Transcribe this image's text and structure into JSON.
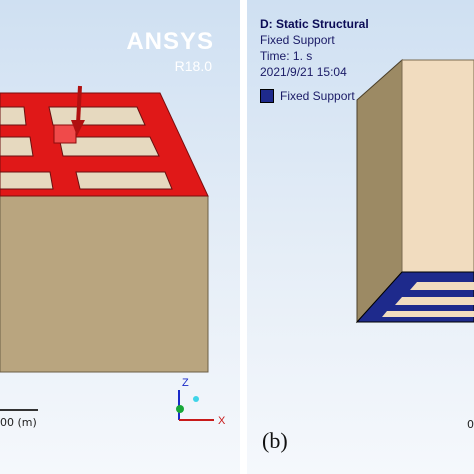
{
  "left_panel": {
    "brand": "ANSYS",
    "version": "R18.0",
    "scale_label": "00 (m)",
    "axis_labels": {
      "z": "Z",
      "x": "X"
    },
    "colors": {
      "top_face": "#e01818",
      "front_face": "#b9a57f",
      "load_arrow": "#b01010"
    }
  },
  "right_panel": {
    "title": "D: Static Structural",
    "subtitle": "Fixed Support",
    "time": "Time: 1. s",
    "timestamp": "2021/9/21 15:04",
    "legend_label": "Fixed Support",
    "scale_label": "0",
    "colors": {
      "support": "#1e2a8c",
      "body_front": "#f1dcbf",
      "body_side": "#9c8a64"
    }
  },
  "caption": "(b)"
}
